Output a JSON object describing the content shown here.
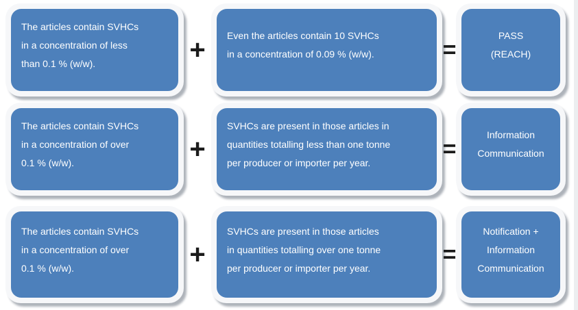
{
  "colors": {
    "box_fill": "#4d80bb",
    "box_border": "#f6f7f9",
    "shadow": "#aeb3ba",
    "text": "#ffffff",
    "operator": "#1b1b1b",
    "background": "#ffffff",
    "page_edge": "#eceef0"
  },
  "operators": {
    "plus": "+",
    "equals": "="
  },
  "rows": [
    {
      "condition": {
        "lines": [
          "The articles contain SVHCs",
          "in a concentration of less",
          "than 0.1 % (w/w)."
        ]
      },
      "amount": {
        "lines": [
          "Even the articles contain 10 SVHCs",
          "in a concentration of 0.09 % (w/w)."
        ]
      },
      "result": {
        "lines": [
          "PASS",
          "(REACH)"
        ]
      }
    },
    {
      "condition": {
        "lines": [
          "The articles contain SVHCs",
          "in a concentration of over",
          "0.1 % (w/w)."
        ]
      },
      "amount": {
        "lines": [
          "SVHCs are present in those articles in",
          "quantities totalling less than one tonne",
          "per producer or importer per year."
        ]
      },
      "result": {
        "lines": [
          "Information",
          "Communication"
        ]
      }
    },
    {
      "condition": {
        "lines": [
          "The articles contain SVHCs",
          "in a concentration of over",
          "0.1 % (w/w)."
        ]
      },
      "amount": {
        "lines": [
          "SVHCs are present in those articles",
          "in quantities totalling over one tonne",
          "per producer or importer per year."
        ]
      },
      "result": {
        "lines": [
          "Notification +",
          "Information",
          "Communication"
        ]
      }
    }
  ]
}
